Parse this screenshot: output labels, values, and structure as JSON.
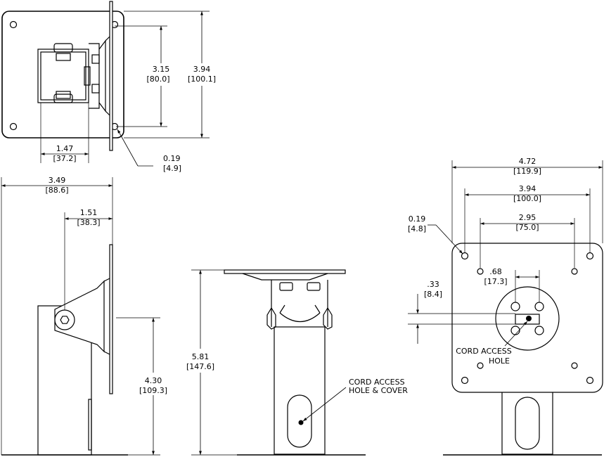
{
  "dimensions": {
    "top_hole_spacing": "3.15",
    "top_hole_spacing_mm": "[80.0]",
    "top_plate_height": "3.94",
    "top_plate_height_mm": "[100.1]",
    "top_bracket_width": "1.47",
    "top_bracket_width_mm": "[37.2]",
    "top_hole_dia": "0.19",
    "top_hole_dia_mm": "[4.9]",
    "side_overall_width": "3.49",
    "side_overall_width_mm": "[88.6]",
    "side_pivot_offset": "1.51",
    "side_pivot_offset_mm": "[38.3]",
    "side_pivot_height": "4.30",
    "side_pivot_height_mm": "[109.3]",
    "front_overall_height": "5.81",
    "front_overall_height_mm": "[147.6]",
    "plate_overall_width": "4.72",
    "plate_overall_width_mm": "[119.9]",
    "plate_hole_outer": "3.94",
    "plate_hole_outer_mm": "[100.0]",
    "plate_hole_inner": "2.95",
    "plate_hole_inner_mm": "[75.0]",
    "plate_hole_dia": "0.19",
    "plate_hole_dia_mm": "[4.8]",
    "disc_hole_spacing": ".68",
    "disc_hole_spacing_mm": "[17.3]",
    "cord_hole_offset": ".33",
    "cord_hole_offset_mm": "[8.4]"
  },
  "notes": {
    "cord_cover_line1": "CORD ACCESS",
    "cord_cover_line2": "HOLE & COVER",
    "cord_hole_line1": "CORD ACCESS",
    "cord_hole_line2": "HOLE"
  }
}
